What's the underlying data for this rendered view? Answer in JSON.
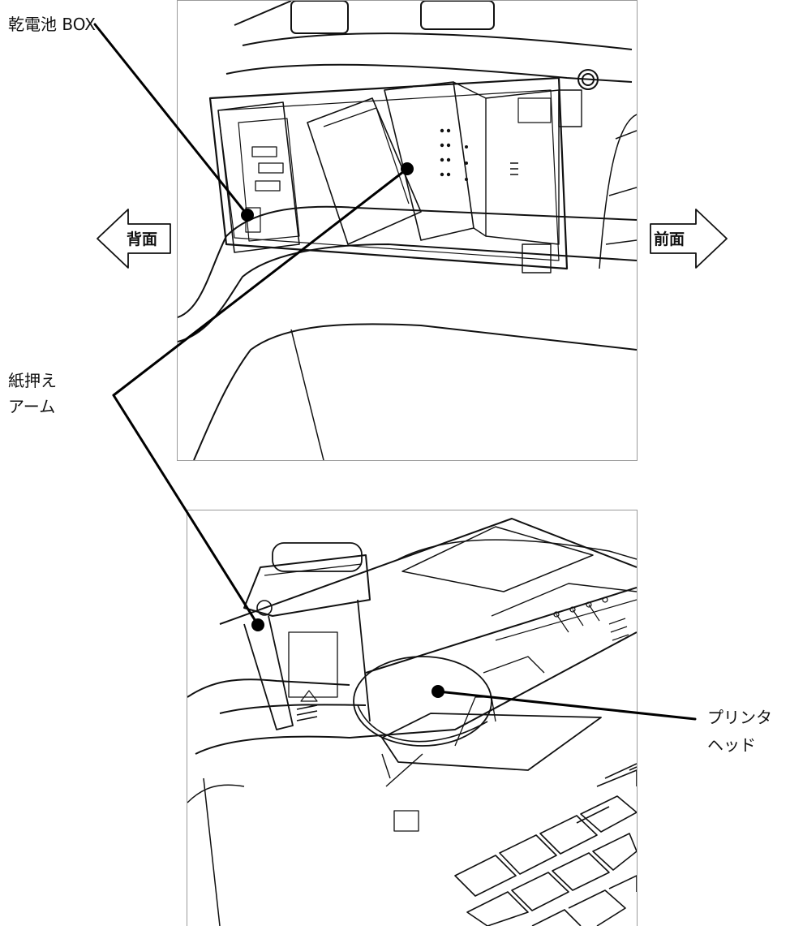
{
  "labels": {
    "battery_box": "乾電池 BOX",
    "paper_arm_line1": "紙押え",
    "paper_arm_line2": "アーム",
    "print_head_line1": "プリンタ",
    "print_head_line2": "ヘッド"
  },
  "directions": {
    "back": "背面",
    "front": "前面"
  },
  "keypad": {
    "key_count": 14
  }
}
